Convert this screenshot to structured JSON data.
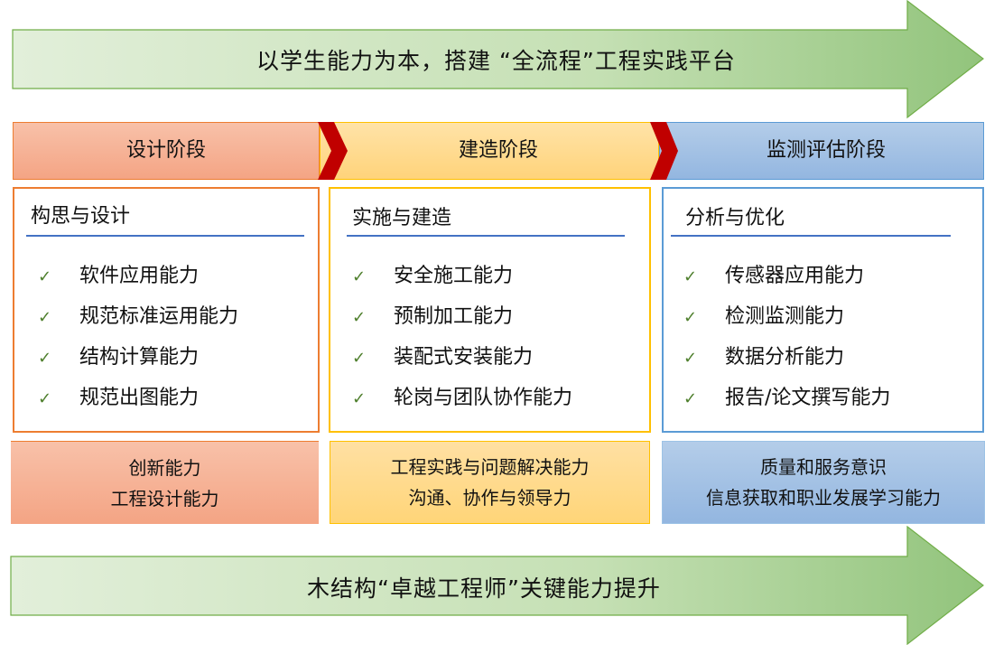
{
  "top_arrow": {
    "text": "以学生能力为本，搭建 “全流程”工程实践平台"
  },
  "phases": [
    {
      "label": "设计阶段",
      "color": "#f4b183",
      "border": "#ed7d31"
    },
    {
      "label": "建造阶段",
      "color": "#ffd966",
      "border": "#ffc000"
    },
    {
      "label": "监测评估阶段",
      "color": "#9dc3e6",
      "border": "#5b9bd5"
    }
  ],
  "chevron_color": "#c00000",
  "cards": [
    {
      "title": "构思与设计",
      "items": [
        "软件应用能力",
        "规范标准运用能力",
        "结构计算能力",
        "规范出图能力"
      ]
    },
    {
      "title": "实施与建造",
      "items": [
        "安全施工能力",
        "预制加工能力",
        "装配式安装能力",
        "轮岗与团队协作能力"
      ]
    },
    {
      "title": "分析与优化",
      "items": [
        "传感器应用能力",
        "检测监测能力",
        "数据分析能力",
        "报告/论文撰写能力"
      ]
    }
  ],
  "check_glyph": "✓",
  "summaries": [
    {
      "lines": [
        "创新能力",
        "工程设计能力"
      ]
    },
    {
      "lines": [
        "工程实践与问题解决能力",
        "沟通、协作与领导力"
      ]
    },
    {
      "lines": [
        "质量和服务意识",
        "信息获取和职业发展学习能力"
      ]
    }
  ],
  "bottom_arrow": {
    "text": "木结构“卓越工程师”关键能力提升"
  }
}
